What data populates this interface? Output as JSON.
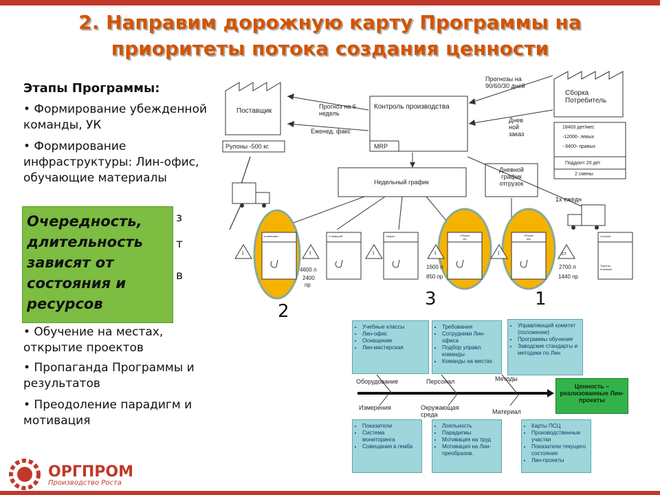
{
  "title": {
    "line1": "2. Направим дорожную карту Программы на",
    "line2": "приоритеты  потока создания ценности"
  },
  "left": {
    "heading": "Этапы Программы:",
    "items": [
      "• Формирование убежденной команды, УК",
      "• Формирование инфраструктуры: Лин-офис, обучающие материалы",
      "• Обучение на местах, открытие проектов",
      "• Пропаганда Программы и результатов",
      "• Преодоление парадигм и мотивация"
    ],
    "partial": [
      "з",
      "т",
      "в"
    ]
  },
  "callout": {
    "lines": [
      "Очередность,",
      "длительность",
      "зависят от",
      "состояния и",
      "ресурсов"
    ]
  },
  "vsm": {
    "supplier": "Поставщик",
    "supplier_note": "Рулоны -500 кг.",
    "control": "Контроль производства",
    "mrp": "MRP",
    "forecast6": "Прогноз на 6 недель",
    "weekly_fax": "Еженед. факс",
    "forecast90": "Прогнозы на 90/60/30 дней",
    "daily_order": "Днев ной заказ",
    "customer": "Сборка Потребитель",
    "customer_data": [
      "18400 дет/мес",
      "-12000- левых",
      "- 6400- правых",
      "Поддон= 20 дет",
      "2 смены"
    ],
    "weekly_schedule": "Недельный график",
    "daily_shipping": "Дневной график отгрузок",
    "daily_1x": "1x ежедн",
    "processes": [
      "штамповка",
      "Ч.свар/раб",
      "Сварка",
      "Сборка чет",
      "Сборка неч",
      "отгрузка"
    ],
    "shipping_sub": "Тырчить планерки",
    "inv_labels": [
      "I",
      "I",
      "I",
      "I",
      "I",
      "I"
    ],
    "inv1": [
      "4600 л",
      "2400",
      "пр"
    ],
    "inv2": [
      "1600 л",
      "850 пр"
    ],
    "inv3": [
      "2700 л",
      "1440 пр"
    ],
    "st": "ст",
    "priority": [
      "2",
      "3",
      "1"
    ]
  },
  "fishbone": {
    "equipment": "Оборудование",
    "personnel": "Персонал",
    "methods": "Методы",
    "measure": "Измерения",
    "environment": "Окружающая среда",
    "material": "Материал",
    "result": "Ценность – реализованные Лин-проекты",
    "box_equipment": [
      "Учебные классы",
      "Лин-офис",
      "Оснащение",
      "Лин-мастерская"
    ],
    "box_personnel": [
      "Требования",
      "Сотрудники Лин-офиса",
      "Подбор управл. команды",
      "Команды на местах"
    ],
    "box_methods": [
      "Управляющий комитет (положение)",
      "Программы обучения",
      "Заводские стандарты и методики по Лин"
    ],
    "box_measure": [
      "Показатели",
      "Система мониторинга",
      "Совещания в гемба"
    ],
    "box_environment": [
      "Лояльность",
      "Парадигмы",
      "Мотивация на труд",
      "Мотивация на Лин-преобразов."
    ],
    "box_material": [
      "Карты ПСЦ",
      "Производственные участки",
      "Показатели текущего состояния",
      "Лин-проекты"
    ]
  },
  "logo": {
    "name": "ОРГПРОМ",
    "tagline": "Производство Роста"
  },
  "colors": {
    "title": "#d35400",
    "ellipse": "#f5b300",
    "callout": "#7dbd42",
    "cyan_box": "#9fd6db",
    "result_box": "#33b24a",
    "frame": "#c0392b"
  }
}
